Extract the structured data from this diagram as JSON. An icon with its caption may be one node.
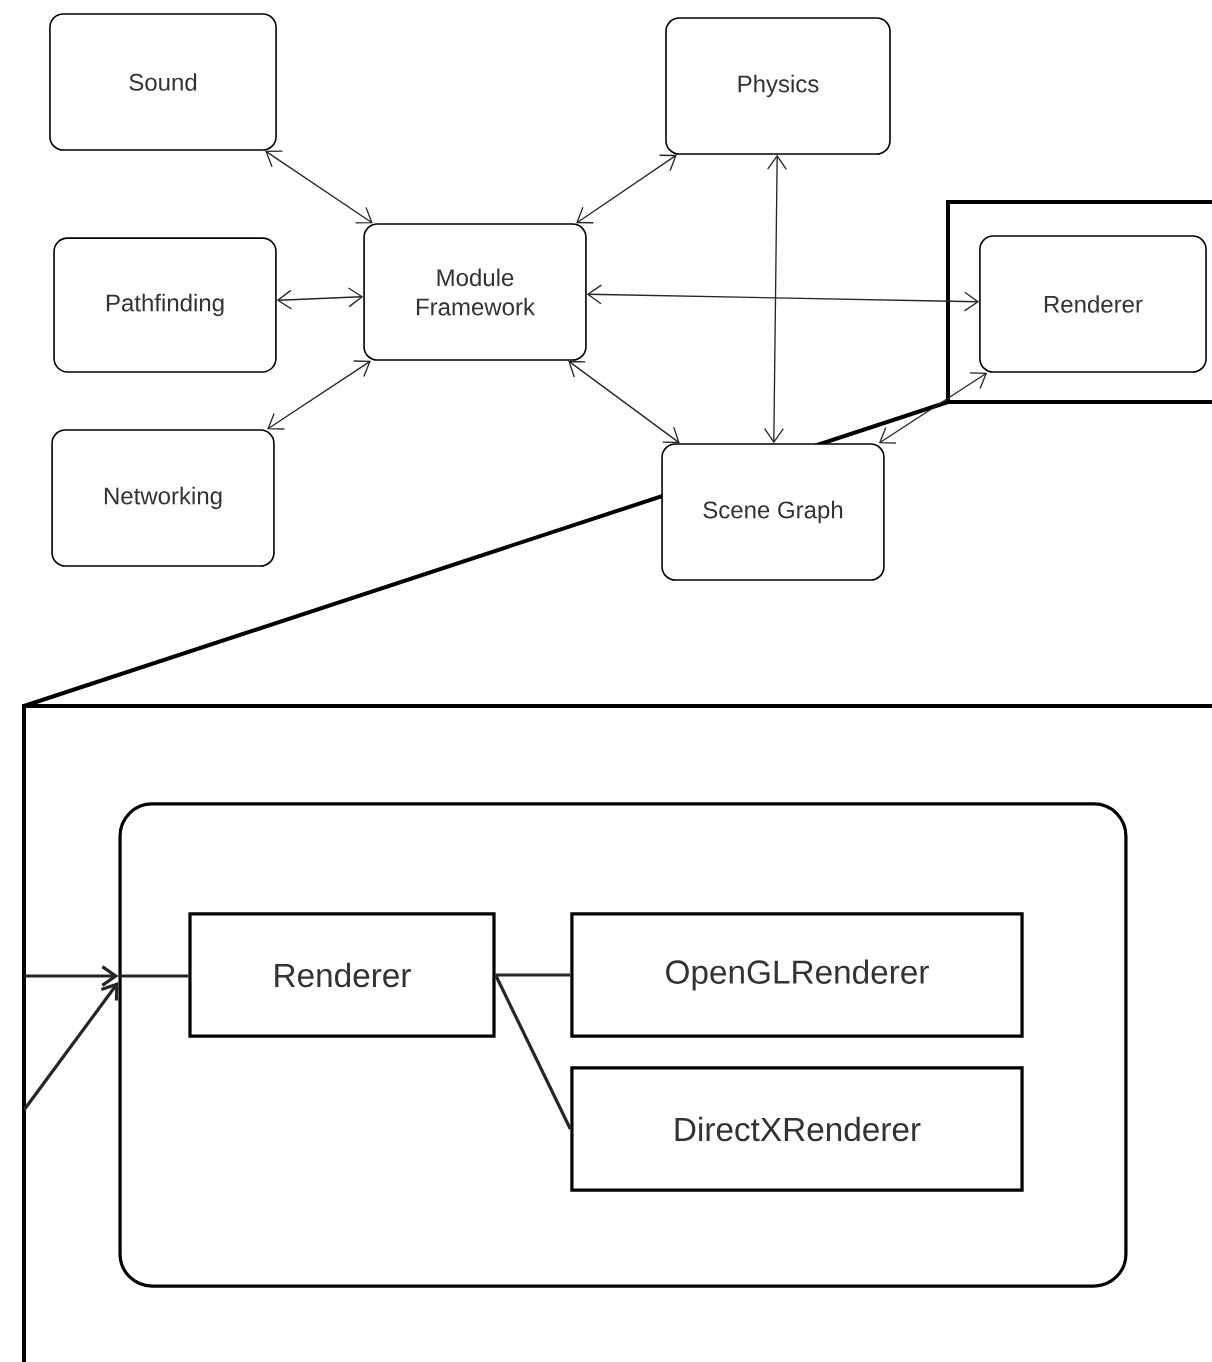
{
  "diagram": {
    "nodes": [
      {
        "text": [
          "Sound"
        ]
      },
      {
        "text": [
          "Physics"
        ]
      },
      {
        "text": [
          "Pathfinding"
        ]
      },
      {
        "text": [
          "Module Framework"
        ]
      },
      {
        "text": [
          "Renderer"
        ]
      },
      {
        "text": [
          "Networking"
        ]
      },
      {
        "text": [
          "Scene Graph"
        ]
      },
      {
        "text": [],
        "shape": "box"
      },
      {
        "text": [
          "Renderer"
        ],
        "in": 7
      },
      {
        "text": [
          "OpenGLRenderer"
        ],
        "in": 7
      },
      {
        "text": [
          "DirectXRenderer"
        ],
        "in": 7
      }
    ],
    "edges": [
      {
        "from": 0,
        "to": 3,
        "arrow": "both"
      },
      {
        "from": 1,
        "to": 3,
        "arrow": "both"
      },
      {
        "from": 2,
        "to": 3,
        "arrow": "both"
      },
      {
        "from": 3,
        "to": 4,
        "arrow": "both"
      },
      {
        "from": 5,
        "to": 3,
        "arrow": "both"
      },
      {
        "from": 3,
        "to": 6,
        "arrow": "both"
      },
      {
        "from": 1,
        "to": 6,
        "arrow": "both"
      },
      {
        "from": 6,
        "to": 4,
        "arrow": "both"
      },
      {
        "from": null,
        "to": 7,
        "arrow": "to"
      },
      {
        "from": null,
        "to": 7,
        "arrow": "to"
      },
      {
        "from": 7,
        "to": 8,
        "arrow": "none"
      },
      {
        "from": 8,
        "to": 9,
        "arrow": "none"
      },
      {
        "from": 8,
        "to": 10,
        "arrow": "none"
      }
    ]
  }
}
